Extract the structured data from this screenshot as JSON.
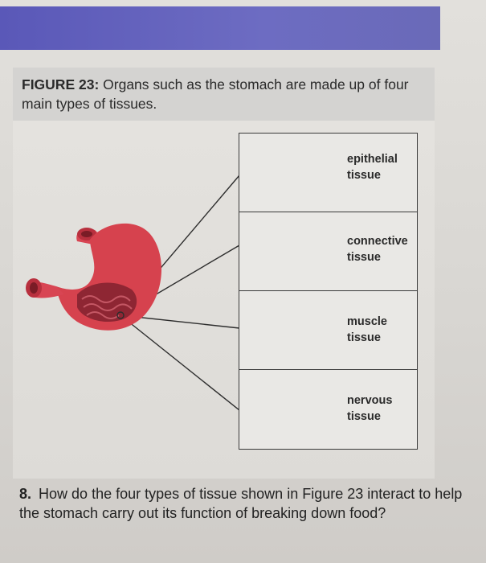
{
  "figure": {
    "label": "FIGURE 23:",
    "caption": "Organs such as the stomach are made up of four main types of tissues."
  },
  "tissues": [
    {
      "line1": "epithelial",
      "line2": "tissue"
    },
    {
      "line1": "connective",
      "line2": "tissue"
    },
    {
      "line1": "muscle",
      "line2": "tissue"
    },
    {
      "line1": "nervous",
      "line2": "tissue"
    }
  ],
  "question": {
    "number": "8.",
    "text": "How do the four types of tissue shown in Figure 23 interact to help the stomach carry out its function of breaking down food?"
  },
  "colors": {
    "banner": "#5a58b8",
    "stomach": "#d9434f",
    "tissue_pink": "#e46a72"
  }
}
